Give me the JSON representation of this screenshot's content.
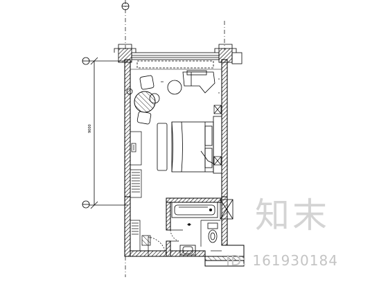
{
  "plan": {
    "dimension_label": "9000",
    "axis_markers": [
      "",
      ""
    ]
  },
  "watermark": {
    "logo_text": "知末",
    "id_text": "ID: 161930184"
  },
  "colors": {
    "line": "#000000",
    "wall_hatch": "#000000",
    "watermark": "#cccccc"
  }
}
